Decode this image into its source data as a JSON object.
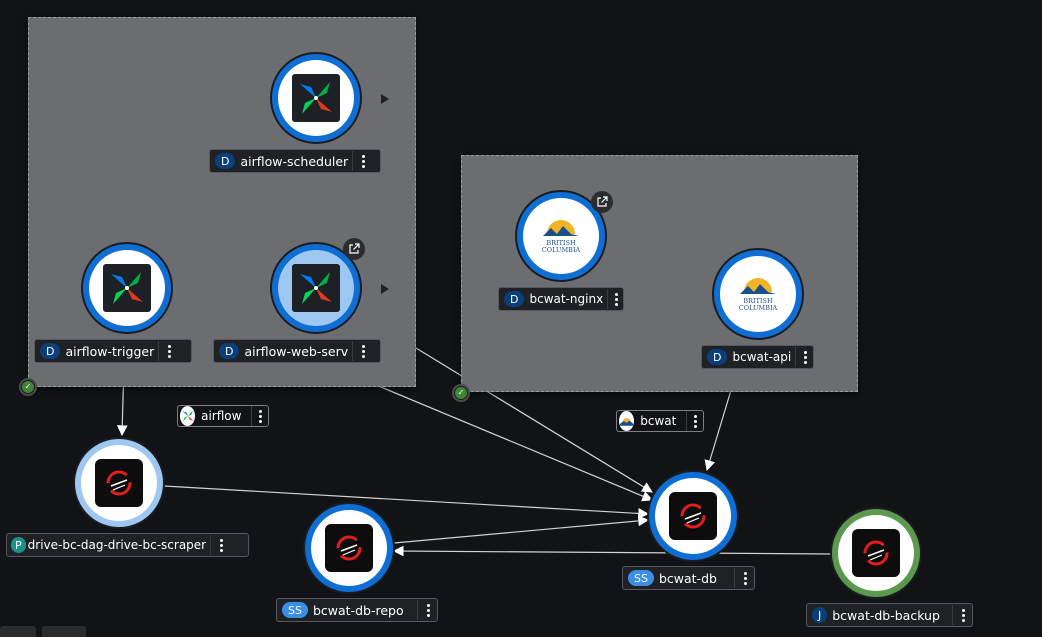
{
  "colors": {
    "background": "#111317",
    "group_fill": "#6c6d70",
    "ring_blue": "#0f6ed3",
    "ring_light_blue": "#9ec7f2",
    "ring_green": "#5b9a4e",
    "badge_deployment": "#0b3f7a",
    "badge_pod": "#1b8f8a",
    "badge_statefulset": "#3a8ee6",
    "badge_job": "#0b3f7a"
  },
  "groups": {
    "airflow": {
      "name": "airflow"
    },
    "bcwat": {
      "name": "bcwat"
    }
  },
  "nodes": {
    "airflow_scheduler": {
      "badge": "D",
      "name": "airflow-scheduler",
      "icon": "airflow-icon"
    },
    "airflow_trigger": {
      "badge": "D",
      "name": "airflow-trigger",
      "icon": "airflow-icon"
    },
    "airflow_web": {
      "badge": "D",
      "name": "airflow-web-serv",
      "icon": "airflow-icon"
    },
    "bcwat_nginx": {
      "badge": "D",
      "name": "bcwat-nginx",
      "icon": "british-columbia-icon",
      "logo_text": [
        "BRITISH",
        "COLUMBIA"
      ]
    },
    "bcwat_api": {
      "badge": "D",
      "name": "bcwat-api",
      "icon": "british-columbia-icon",
      "logo_text": [
        "BRITISH",
        "COLUMBIA"
      ]
    },
    "scraper": {
      "badge": "P",
      "name": "drive-bc-dag-drive-bc-scraper",
      "icon": "openshift-icon"
    },
    "db_repo": {
      "badge": "SS",
      "name": "bcwat-db-repo",
      "icon": "openshift-icon"
    },
    "db": {
      "badge": "SS",
      "name": "bcwat-db",
      "icon": "openshift-icon"
    },
    "db_backup": {
      "badge": "J",
      "name": "bcwat-db-backup",
      "icon": "openshift-icon"
    }
  }
}
